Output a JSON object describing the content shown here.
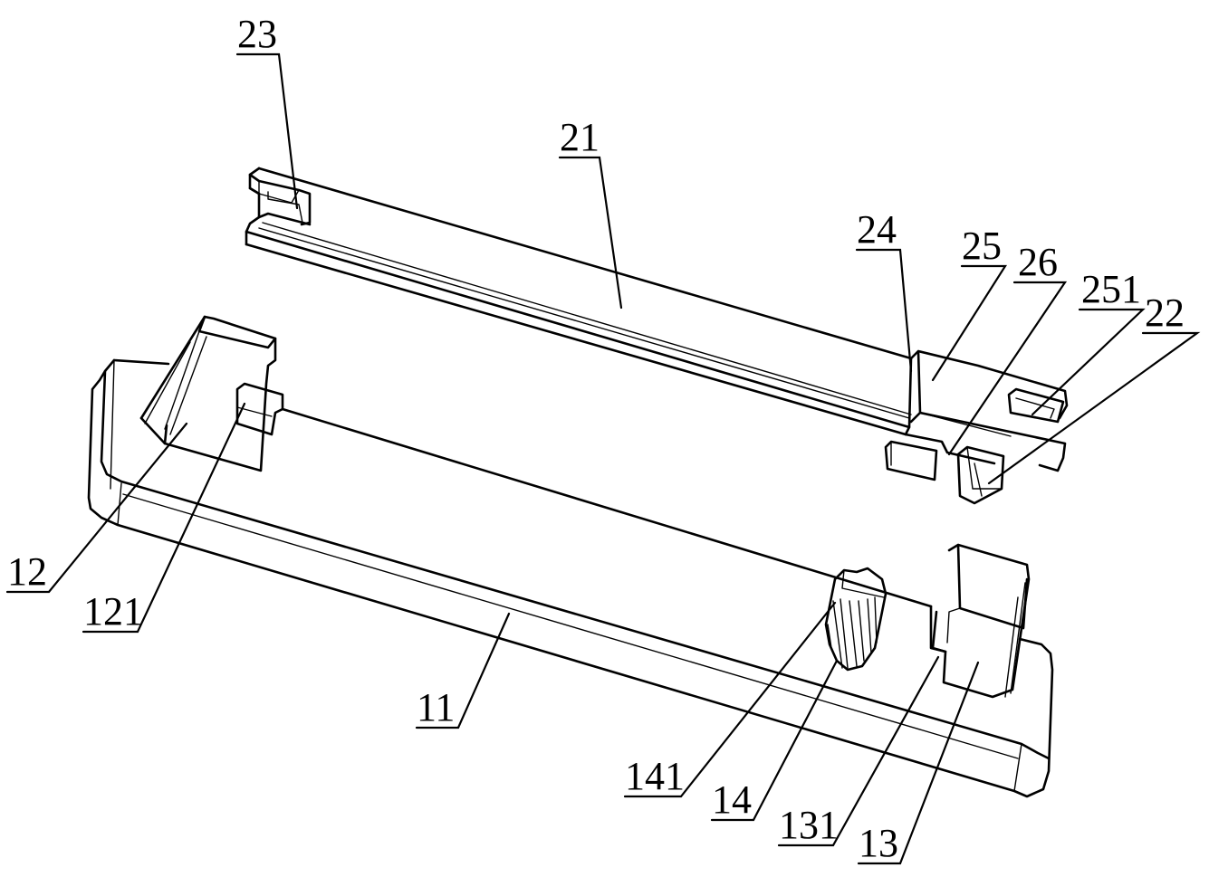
{
  "figure": {
    "labels": {
      "l23": "23",
      "l21": "21",
      "l24": "24",
      "l25": "25",
      "l26": "26",
      "l251": "251",
      "l22": "22",
      "l12": "12",
      "l121": "121",
      "l11": "11",
      "l141": "141",
      "l14": "14",
      "l131": "131",
      "l13": "13"
    },
    "colors": {
      "ink": "#000000",
      "background": "#ffffff"
    }
  }
}
